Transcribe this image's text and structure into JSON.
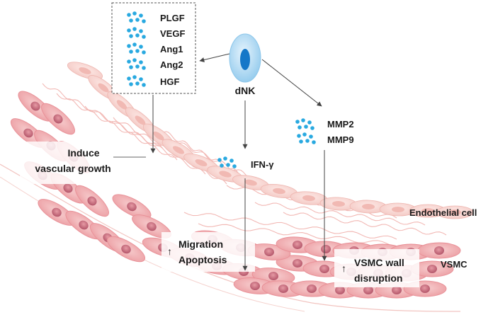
{
  "factors_box": {
    "items": [
      "PLGF",
      "VEGF",
      "Ang1",
      "Ang2",
      "HGF"
    ]
  },
  "cell": {
    "label": "dNK"
  },
  "ifn": {
    "label": "IFN-γ"
  },
  "mmp": {
    "labels": [
      "MMP2",
      "MMP9"
    ]
  },
  "vascular": {
    "lines": [
      "Induce",
      "vascular growth"
    ]
  },
  "migration": {
    "arrow": "↑",
    "lines": [
      "Migration",
      "Apoptosis"
    ]
  },
  "vsmc_wall": {
    "arrow": "↑",
    "lines": [
      "VSMC wall",
      "disruption"
    ]
  },
  "labels": {
    "endothelial": "Endothelial cell",
    "vsmc": "VSMC"
  },
  "colors": {
    "dot": "#29a9e0",
    "cell_outer": "#bfe0f7",
    "cell_nucleus": "#1577c8",
    "endo_fill": "#f7d6d2",
    "endo_nucleus": "#f1b9b3",
    "vsmc_fill": "#f1b2b4",
    "vsmc_nucleus": "#cd6f7d",
    "wave": "#f2b8b4",
    "arrow": "#444444"
  }
}
